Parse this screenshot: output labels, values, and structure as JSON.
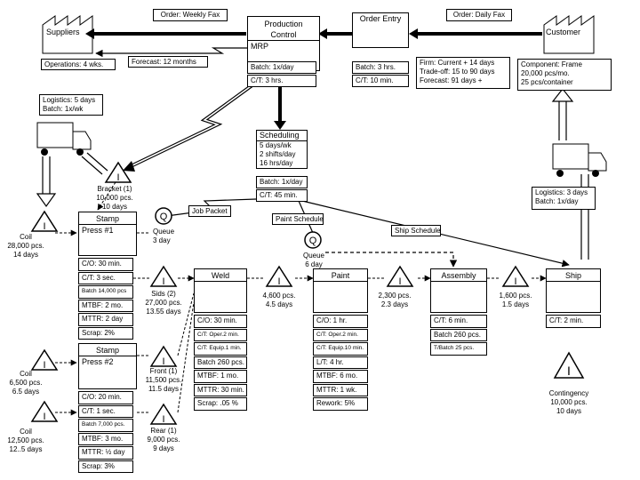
{
  "header": {
    "order_weekly_fax": "Order: Weekly Fax",
    "order_daily_fax": "Order: Daily Fax",
    "order_entry": "Order Entry",
    "production_control": [
      "Production",
      "Control"
    ],
    "mrp": "MRP",
    "forecast_12_months": "Forecast: 12 months",
    "batch_1x_day": "Batch: 1x/day",
    "ct_3_hrs": "C/T: 3 hrs.",
    "batch_3_hrs": "Batch: 3 hrs.",
    "ct_10_min": "C/T: 10 min.",
    "firm_lines": [
      "Firm: Current + 14 days",
      "Trade-off: 15 to 90 days",
      "Forecast: 91 days +"
    ]
  },
  "suppliers": {
    "name": "Suppliers",
    "operations": "Operations: 4 wks.",
    "logistics": [
      "Logistics: 5 days",
      "Batch: 1x/wk"
    ]
  },
  "customer": {
    "name": "Customer",
    "component": [
      "Component: Frame",
      "20,000 pcs/mo.",
      "25 pcs/container"
    ],
    "logistics": [
      "Logistics: 3 days",
      "Batch: 1x/day"
    ]
  },
  "scheduling": {
    "title": "Scheduling",
    "lines": [
      "5 days/wk",
      "2 shifts/day",
      "16 hrs/day"
    ],
    "batch": "Batch: 1x/day",
    "ct": "C/T: 45 min."
  },
  "info_flows": {
    "job_packet": "Job Packet",
    "paint_schedule": "Paint Schedule",
    "ship_schedule": "Ship Schedule"
  },
  "inventory": {
    "bracket": [
      "Bracket (1)",
      "10,000 pcs.",
      "10 days"
    ],
    "coil_top": [
      "Coil",
      "28,000 pcs.",
      "14 days"
    ],
    "queue_stamp": [
      "Queue",
      "3 day"
    ],
    "queue_paint": [
      "Queue",
      "6 day"
    ],
    "sids": [
      "Sids (2)",
      "27,000 pcs.",
      "13.55 days"
    ],
    "weld_paint": [
      "4,600 pcs.",
      "4.5 days"
    ],
    "paint_assembly": [
      "2,300 pcs.",
      "2.3 days"
    ],
    "assembly_ship": [
      "1,600 pcs.",
      "1.5 days"
    ],
    "coil_mid": [
      "Coil",
      "6,500 pcs.",
      "6.5 days"
    ],
    "coil_bottom": [
      "Coil",
      "12,500 pcs.",
      "12..5 days"
    ],
    "front": [
      "Front (1)",
      "11,500 pcs.",
      "11.5 days"
    ],
    "rear": [
      "Rear (1)",
      "9,000 pcs.",
      "9 days"
    ],
    "contingency": [
      "Contingency",
      "10,000 pcs.",
      "10 days"
    ]
  },
  "processes": {
    "stamp1": {
      "title": [
        "Stamp",
        "Press #1"
      ],
      "data": [
        "C/O: 30 min.",
        "C/T: 3 sec.",
        "Batch 14,000 pcs",
        "MTBF: 2 mo.",
        "MTTR: 2 day",
        "Scrap: 2%"
      ]
    },
    "stamp2": {
      "title": [
        "Stamp",
        "Press #2"
      ],
      "data": [
        "C/O: 20 min.",
        "C/T: 1 sec.",
        "Batch 7,000 pcs.",
        "MTBF: 3 mo.",
        "MTTR: ½ day",
        "Scrap: 3%"
      ]
    },
    "weld": {
      "title": "Weld",
      "data": [
        "C/O: 30 min.",
        "C/T: Oper.2 min.",
        "C/T: Equip.1 min.",
        "Batch 260 pcs.",
        "MTBF: 1 mo.",
        "MTTR: 30 min.",
        "Scrap: .05 %"
      ]
    },
    "paint": {
      "title": "Paint",
      "data": [
        "C/O: 1 hr.",
        "C/T: Oper.2 min.",
        "C/T: Equip.10 min.",
        "L/T: 4 hr.",
        "MTBF: 6 mo.",
        "MTTR: 1 wk.",
        "Rework: 5%"
      ]
    },
    "assembly": {
      "title": "Assembly",
      "data": [
        "C/T: 6 min.",
        "Batch 260 pcs.",
        "T/Batch 25 pcs."
      ]
    },
    "ship": {
      "title": "Ship",
      "data": [
        "C/T: 2 min."
      ]
    }
  },
  "icons": {
    "inventory": "inventory-triangle-icon",
    "queue": "queue-circle-icon",
    "truck": "truck-icon",
    "factory": "factory-icon"
  }
}
